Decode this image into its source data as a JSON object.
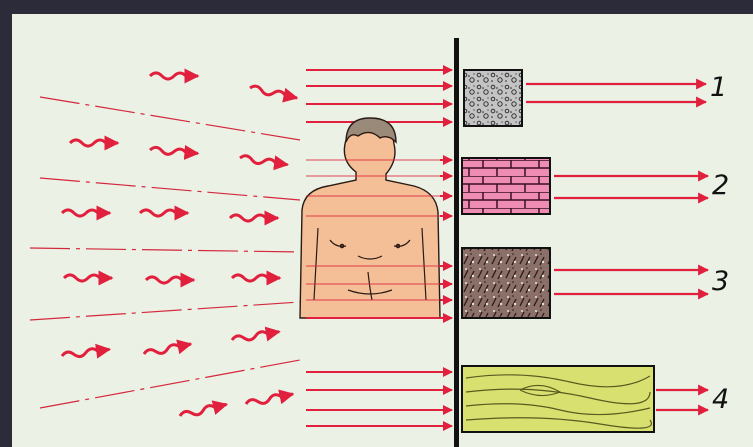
{
  "materials": [
    {
      "id": "concrete",
      "label": "1"
    },
    {
      "id": "brick",
      "label": "2"
    },
    {
      "id": "soil",
      "label": "3"
    },
    {
      "id": "wood",
      "label": "4"
    }
  ],
  "colors": {
    "frame": "#2b2b3a",
    "background": "#ecf1e6",
    "arrow": "#e0203c",
    "dashed_ray": "#d4283c",
    "wall": "#111111",
    "skin": "#f4bf96",
    "hair": "#9a8a7a",
    "brick": "#ee8cb4",
    "soil": "#8a7068",
    "wood": "#d8e070",
    "concrete": "#bdbdbd"
  },
  "icons": {
    "radiation": "wavy-arrow-icon",
    "person": "human-torso-icon"
  }
}
